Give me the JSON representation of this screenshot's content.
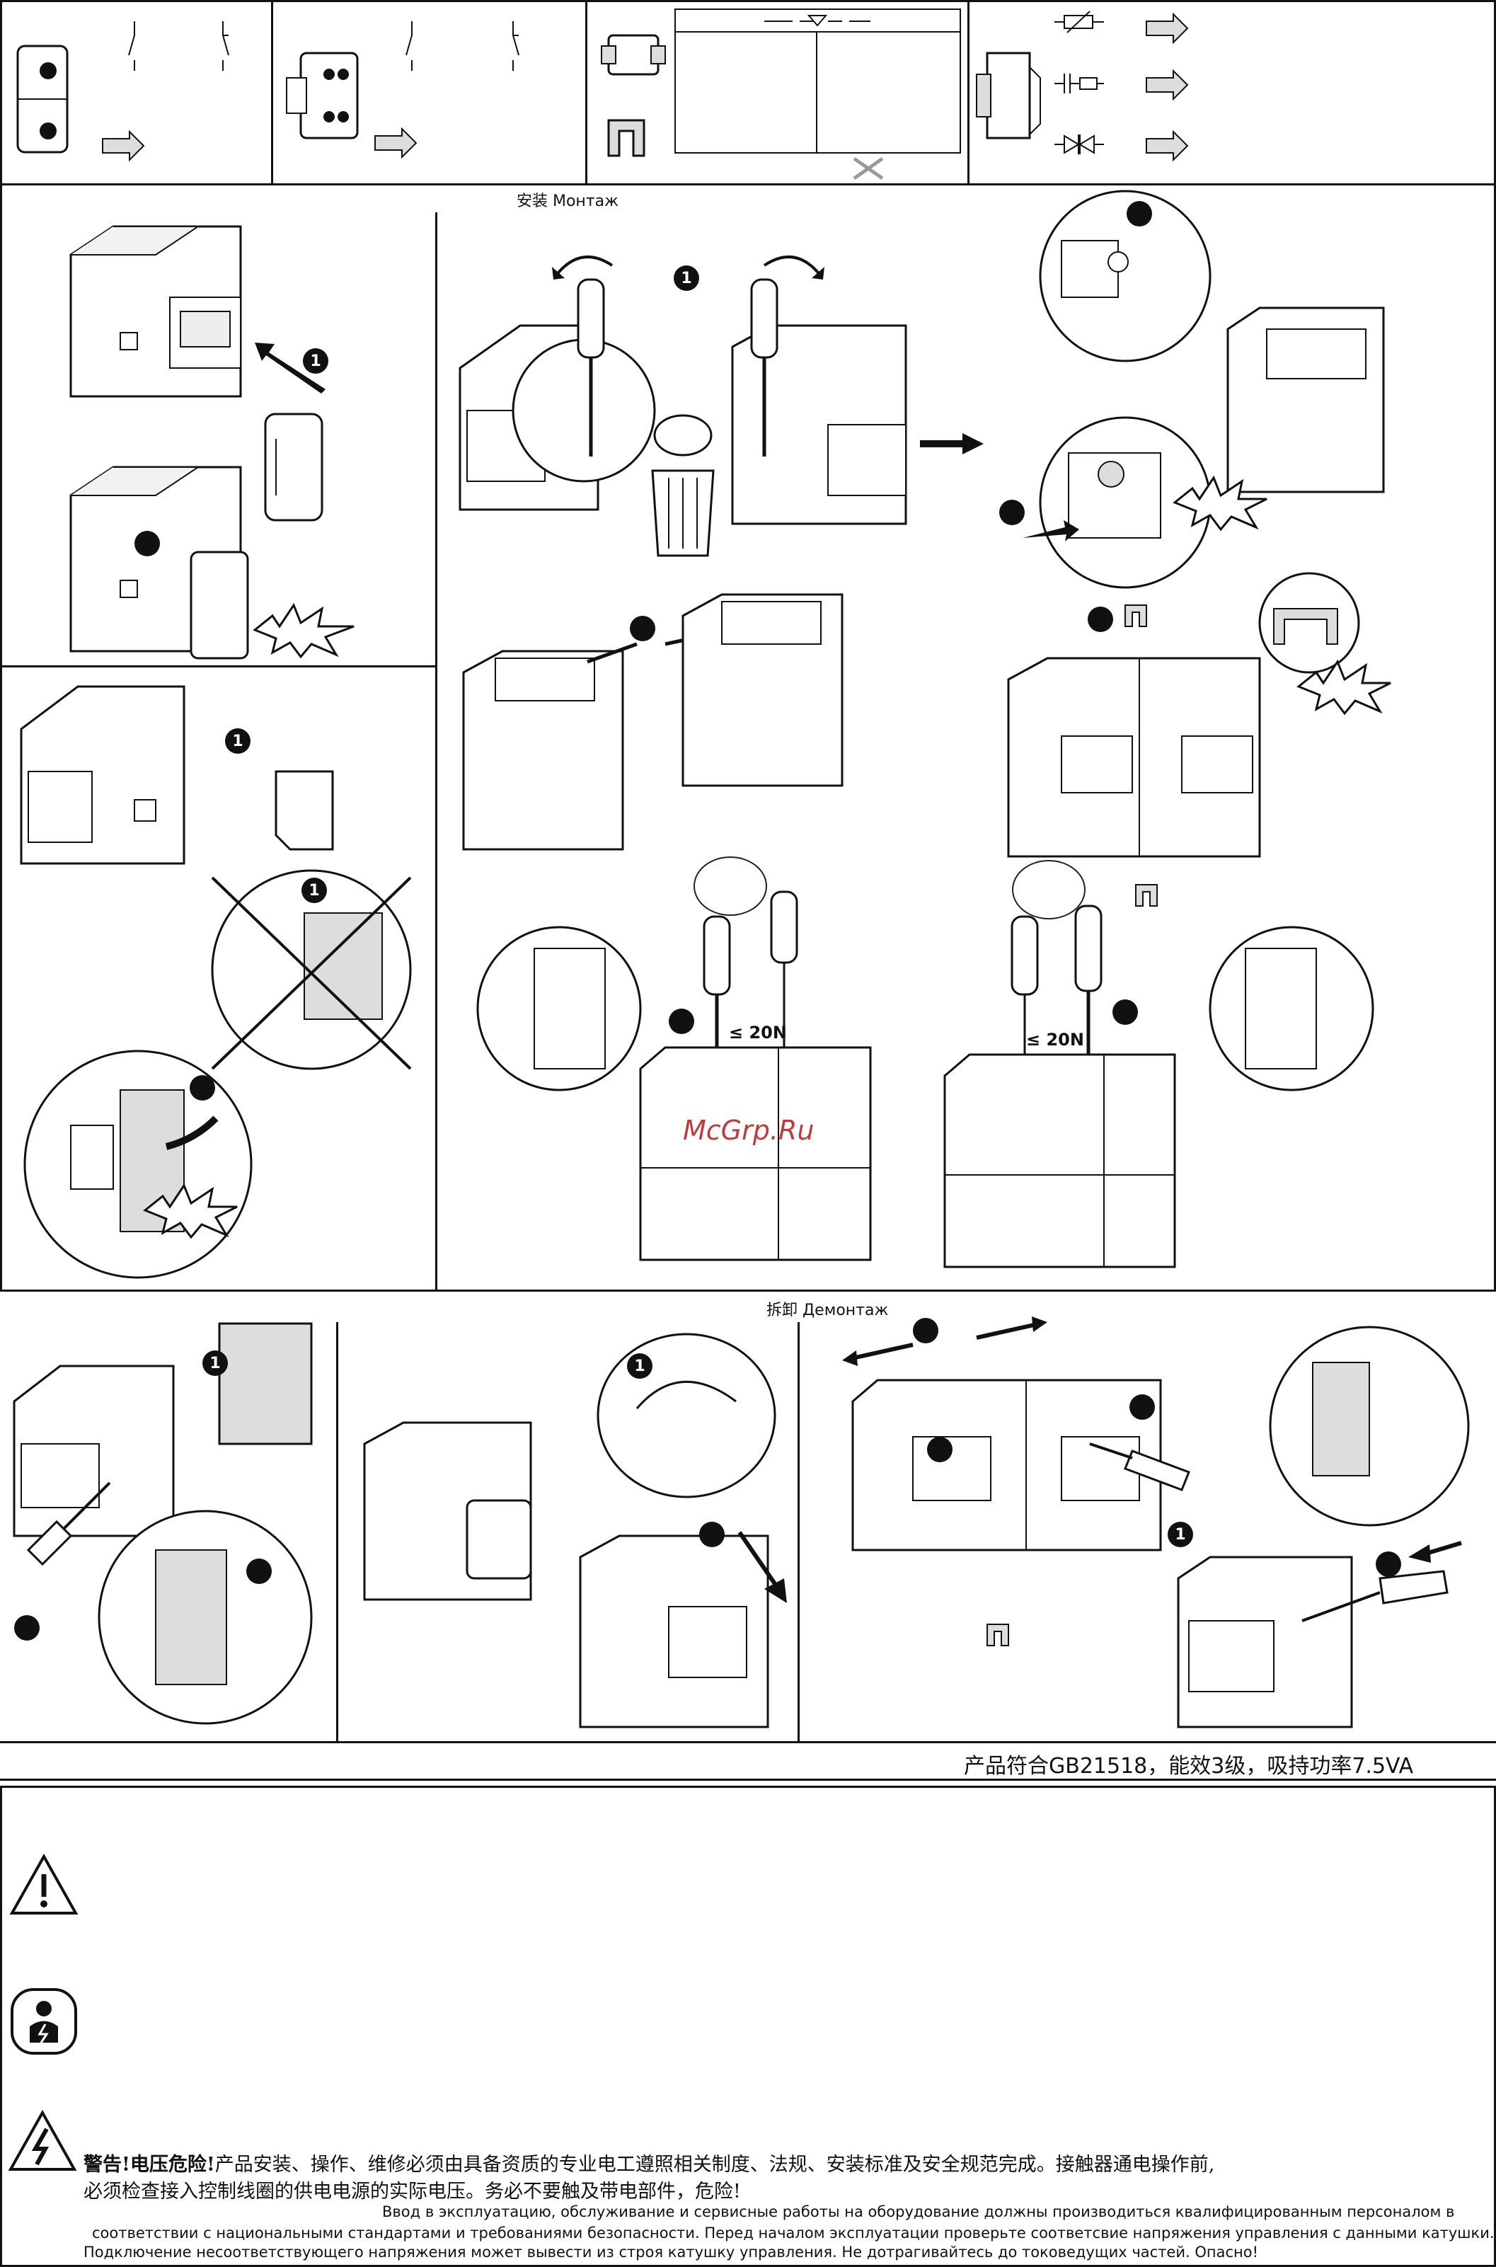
{
  "sections": {
    "install_title": "安装  Монтаж",
    "remove_title": "拆卸  Демонтаж"
  },
  "diagram": {
    "step_number": "1",
    "force_label_left": "≤ 20N",
    "force_label_right": "≤ 20N"
  },
  "watermark": "McGrp.Ru",
  "compliance_note": "产品符合GB21518，能效3级，吸持功率7.5VA",
  "warning": {
    "zh_line1_bold": "警告!电压危险!",
    "zh_line1": "产品安装、操作、维修必须由具备资质的专业电工遵照相关制度、法规、安装标准及安全规范完成。接触器通电操作前,",
    "zh_line2": "必须检查接入控制线圈的供电电源的实际电压。务必不要触及带电部件，危险!",
    "ru_line1": "Ввод в эксплуатацию, обслуживание и сервисные работы на оборудование должны производиться квалифицированным персоналом в",
    "ru_line2": "соответствии с  национальными стандартами и требованиями безопасности. Перед началом эксплуатации проверьте соответсвие напряжения управления с данными катушки.",
    "ru_line3": "Подключение  несоответствующего напряжения может вывести из строя катушку управления. Не дотрагивайтесь до токоведущих частей. Опасно!"
  },
  "icons": [
    "warning-triangle-icon",
    "qualified-electrician-icon",
    "high-voltage-icon"
  ],
  "colors": {
    "line": "#111111",
    "watermark": "#c23b3b"
  }
}
